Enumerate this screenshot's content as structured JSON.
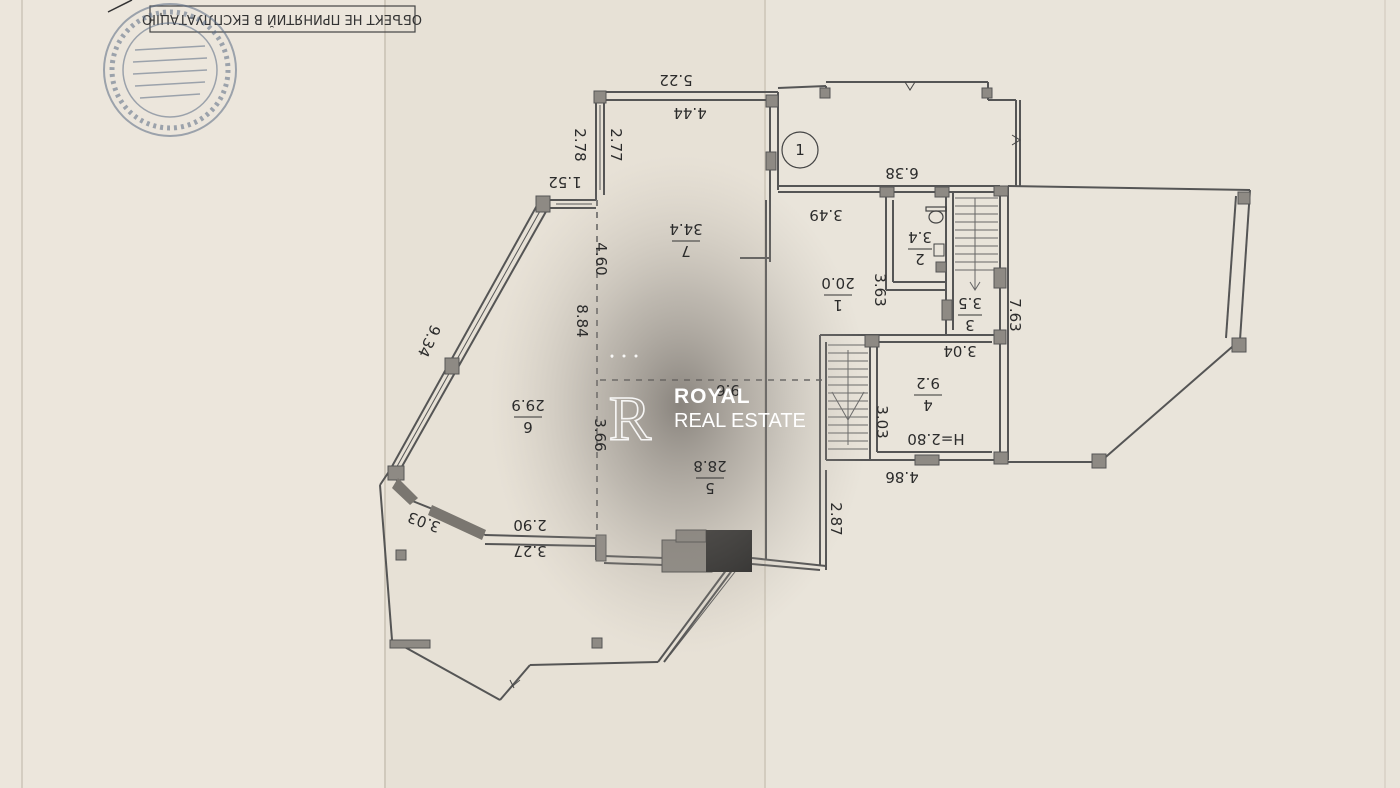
{
  "stamp": {
    "header": "ОБЪЕКТ НЕ ПРИНЯТИЙ В ЕКСПЛУАТАЦІЮ"
  },
  "watermark": {
    "title": "ROYAL",
    "subtitle": "REAL ESTATE",
    "monogram": "R"
  },
  "rooms": [
    {
      "id": "1",
      "number": "1",
      "area": "20.0"
    },
    {
      "id": "2",
      "number": "2",
      "area": "3.4"
    },
    {
      "id": "3",
      "number": "3",
      "area": "3.5"
    },
    {
      "id": "4",
      "number": "4",
      "area": "9.2"
    },
    {
      "id": "5",
      "number": "5",
      "area": "28.8"
    },
    {
      "id": "6",
      "number": "6",
      "area": "29.9"
    },
    {
      "id": "7",
      "number": "7",
      "area": "34.4"
    },
    {
      "id": "bal",
      "number": "1"
    }
  ],
  "height_label": "H=2.80",
  "dimensions": [
    "5.22",
    "4.44",
    "2.78",
    "2.77",
    "1.52",
    "4.60",
    "8.84",
    "9.34",
    "3.66",
    "3.03",
    "2.90",
    "3.27",
    "6.38",
    "3.49",
    "3.63",
    "7.63",
    "3.04",
    "3.03",
    "4.86",
    "2.87",
    "9.6"
  ]
}
